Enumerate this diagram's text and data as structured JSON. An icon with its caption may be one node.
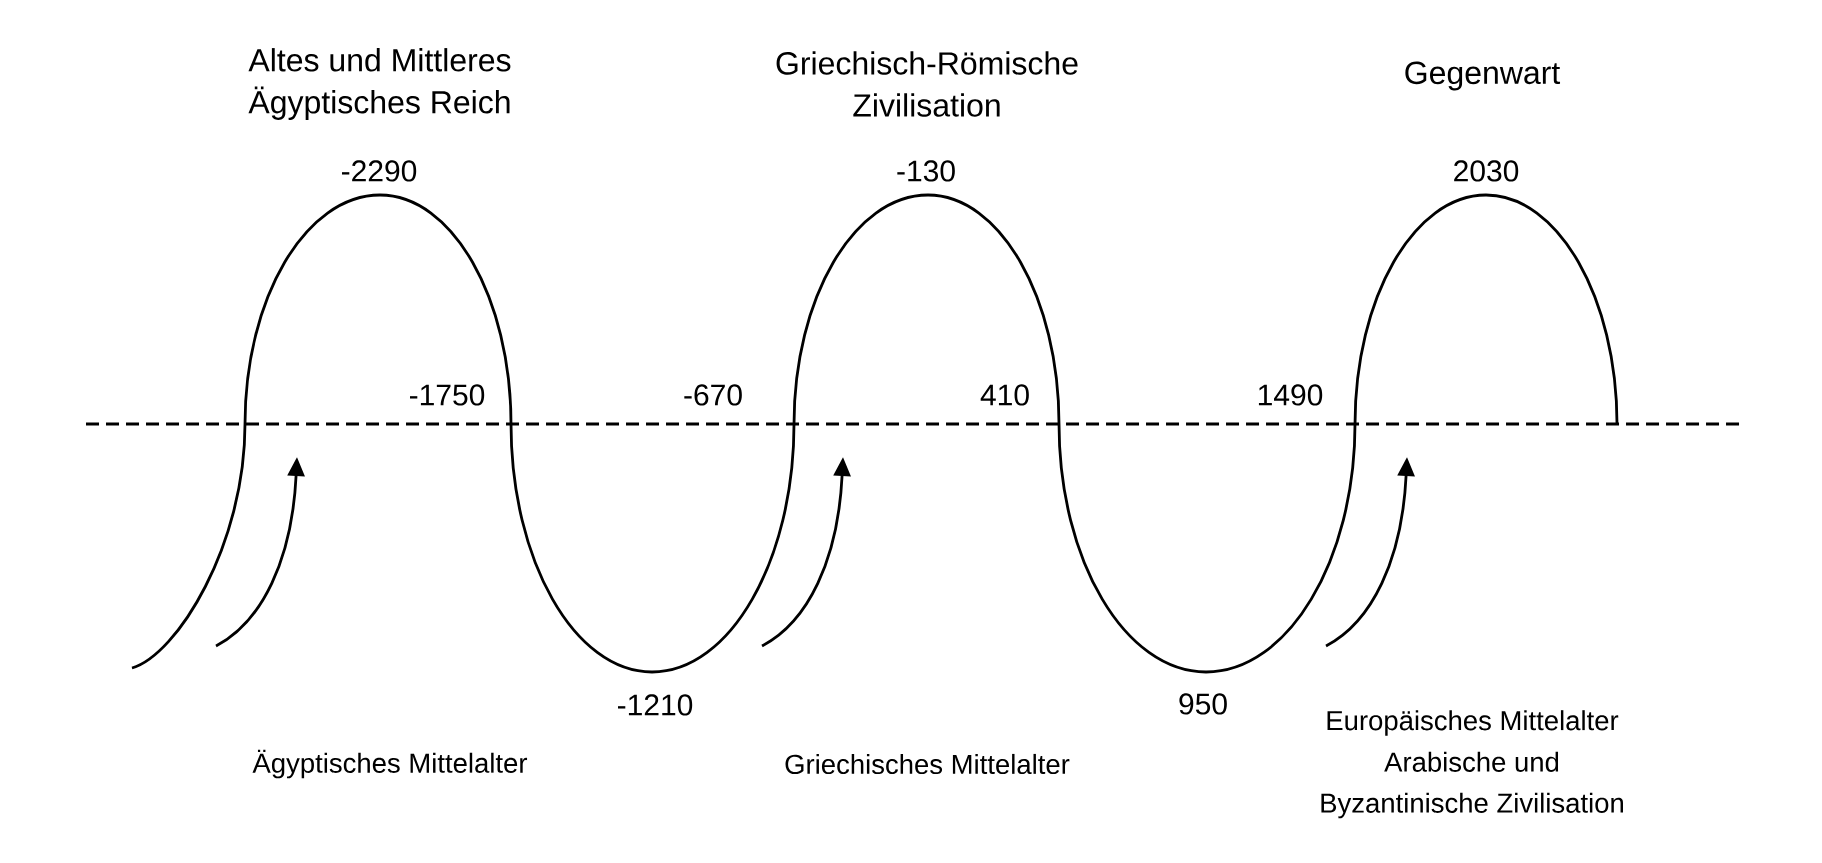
{
  "diagram": {
    "labels": [
      "Altes und Mittleres Ägyptisches Reich",
      "Griechisch-Römische Zivilisation",
      "Gegenwart",
      "-2290",
      "-130",
      "2030",
      "-1750",
      "-670",
      "410",
      "1490",
      "-1210",
      "950",
      "Ägyptisches Mittelalter",
      "Griechisches Mittelalter",
      "Europäisches Mittelalter",
      "Arabische und Byzantinische Zivilisation"
    ]
  }
}
